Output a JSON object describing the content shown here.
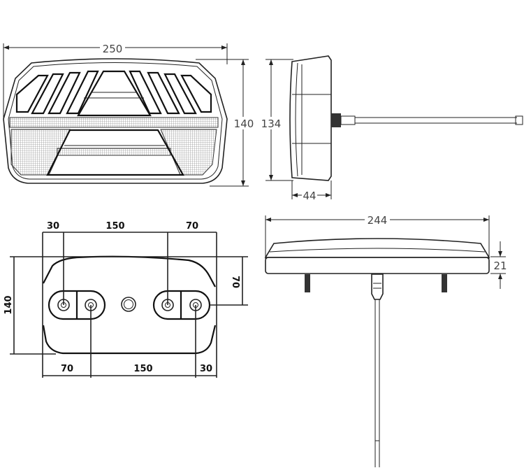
{
  "front_view": {
    "width_label": "250",
    "height_label": "140"
  },
  "side_view": {
    "height_label": "134",
    "depth_label": "44"
  },
  "rear_view": {
    "top_dims": [
      "30",
      "150",
      "70"
    ],
    "bottom_dims": [
      "70",
      "150",
      "30"
    ],
    "height_label": "140",
    "offset_label": "70"
  },
  "top_view": {
    "width_label": "244",
    "thickness_label": "21"
  }
}
